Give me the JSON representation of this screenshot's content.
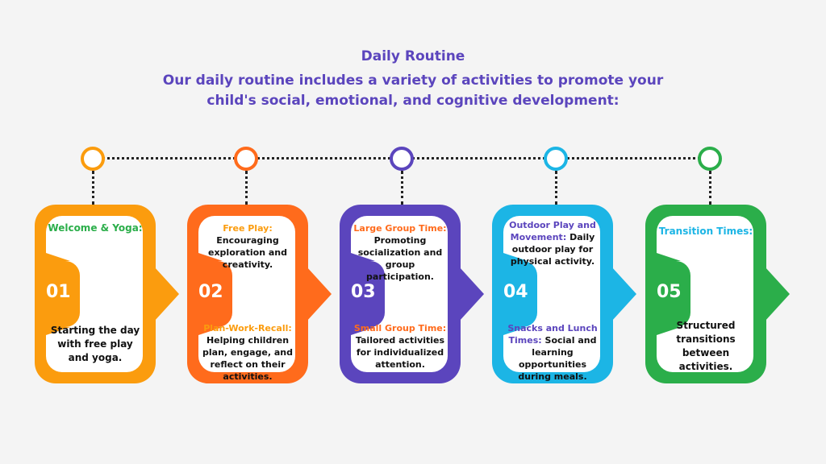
{
  "header": {
    "title": "Daily Routine",
    "subtitle_line1": "Our daily routine includes a variety of activities to promote your",
    "subtitle_line2": "child's social, emotional, and cognitive development:"
  },
  "colors": {
    "orange": "#fb9c0e",
    "deep_orange": "#ff6b1c",
    "purple": "#5b45bd",
    "cyan": "#1cb5e5",
    "green": "#2bae4a",
    "title": "#5b45bd"
  },
  "steps": [
    {
      "number": "01",
      "top_label": "Welcome & Yoga:",
      "top_text": "",
      "bottom_label": "",
      "bottom_text": "Starting the day with free play and yoga."
    },
    {
      "number": "02",
      "top_label": "Free Play:",
      "top_text": "Encouraging exploration and creativity.",
      "bottom_label": "Plan-Work-Recall:",
      "bottom_text": "Helping children plan, engage, and reflect on their activities."
    },
    {
      "number": "03",
      "top_label": "Large Group Time:",
      "top_text": "Promoting socialization and group participation.",
      "bottom_label": "Small Group Time:",
      "bottom_text": "Tailored activities for individualized attention."
    },
    {
      "number": "04",
      "top_label": "Outdoor Play and Movement:",
      "top_text": "Daily outdoor play for physical activity.",
      "bottom_label": "Snacks and Lunch Times:",
      "bottom_text": "Social and learning opportunities during meals."
    },
    {
      "number": "05",
      "top_label": "Transition Times:",
      "top_text": "",
      "bottom_label": "",
      "bottom_text": "Structured transitions between activities."
    }
  ]
}
